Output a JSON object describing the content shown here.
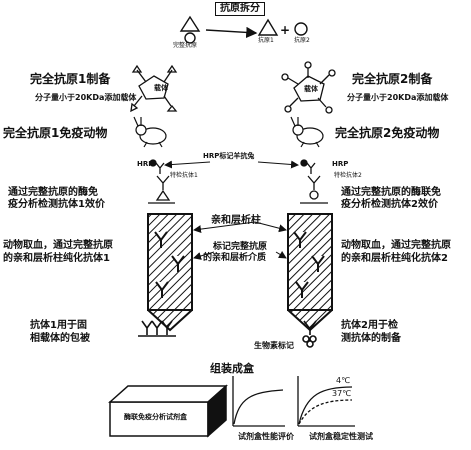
{
  "title_box": "抗原拆分",
  "split": {
    "complete_antigen": "完整抗原",
    "plus": "+",
    "antigen1": "抗原1",
    "antigen2": "抗原2"
  },
  "left": {
    "prep": "完全抗原1制备",
    "prep_note": "分子量小于20KDa添加载体",
    "carrier": "载体",
    "immunize": "完全抗原1免疫动物",
    "hrp": "HRP",
    "specific": "特检抗体1",
    "detect": [
      "通过完整抗原的酶免",
      "疫分析检测抗体1效价"
    ],
    "purify": [
      "动物取血，通过完整抗原",
      "的亲和层析柱纯化抗体1"
    ],
    "use": [
      "抗体1用于固",
      "相载体的包被"
    ]
  },
  "right": {
    "prep": "完全抗原2制备",
    "prep_note": "分子量小于20KDa添加载体",
    "carrier": "载体",
    "immunize": "完全抗原2免疫动物",
    "hrp": "HRP",
    "specific": "特检抗体2",
    "detect": [
      "通过完整抗原的酶联免",
      "疫分析检测抗体2效价"
    ],
    "purify": [
      "动物取血，通过完整抗原",
      "的亲和层析柱纯化抗体2"
    ],
    "use": [
      "抗体2用于检",
      "测抗体的制备"
    ],
    "biotin": "生物素标记"
  },
  "center": {
    "hrp_label": "HRP标记羊抗兔",
    "column_label": "亲和层析柱",
    "medium_label": [
      "标记完整抗原",
      "的亲和层析介质"
    ]
  },
  "assembly": {
    "title": "组装成盒",
    "kit_label": "酶联免疫分析试剂盒",
    "perf_label": "试剂盒性能评价",
    "stab_label": "试剂盒稳定性测试",
    "temp_4": "4℃",
    "temp_37": "37℃"
  }
}
